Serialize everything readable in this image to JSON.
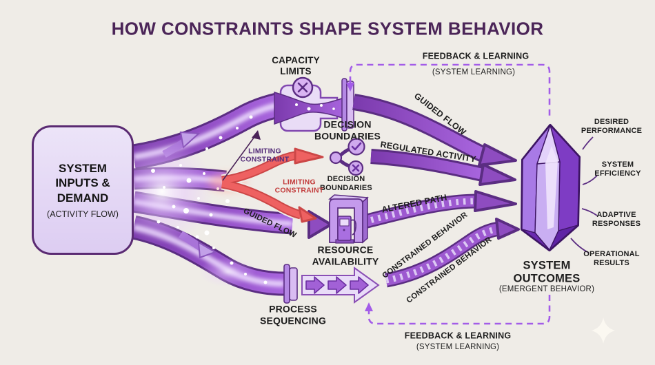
{
  "title": "HOW CONSTRAINTS SHAPE SYSTEM BEHAVIOR",
  "input_box": {
    "title": "SYSTEM\nINPUTS &\nDEMAND",
    "subtitle": "(ACTIVITY FLOW)"
  },
  "constraints": {
    "capacity_limits": "CAPACITY\nLIMITS",
    "decision_boundaries_heading": "DECISION\nBOUNDARIES",
    "decision_boundaries_caption": "DECISION\nBOUNDARIES",
    "resource_availability": "RESOURCE\nAVAILABILITY",
    "process_sequencing": "PROCESS\nSEQUENCING",
    "limiting_constraint_primary": "LIMITING\nCONSTRAINT",
    "limiting_constraint_secondary": "LIMITING\nCONSTRAINT"
  },
  "flows": {
    "guided_flow_source": "GUIDED FLOW",
    "guided_flow_top": "GUIDED FLOW",
    "regulated_activity": "REGULATED ACTIVITY",
    "altered_path": "ALTERED PATH",
    "constrained_behavior_upper": "CONSTRAINED BEHAVIOR",
    "constrained_behavior_lower": "CONSTRAINED BEHAVIOR"
  },
  "feedback": {
    "top": {
      "title": "FEEDBACK & LEARNING",
      "subtitle": "(SYSTEM LEARNING)"
    },
    "bottom": {
      "title": "FEEDBACK & LEARNING",
      "subtitle": "(SYSTEM LEARNING)"
    }
  },
  "outcomes": {
    "title": "SYSTEM\nOUTCOMES",
    "subtitle": "(EMERGENT BEHAVIOR)",
    "labels": [
      "DESIRED\nPERFORMANCE",
      "SYSTEM\nEFFICIENCY",
      "ADAPTIVE\nRESPONSES",
      "OPERATIONAL\nRESULTS"
    ]
  },
  "colors": {
    "background": "#efece7",
    "title_text": "#4b2558",
    "stream_purple": "#9a55cc",
    "stream_outline": "#5b2d82",
    "constraint_red": "#ee6161",
    "feedback_dash": "#a35ce8",
    "crystal_purple": "#8a4fd8",
    "box_fill": "#e6dbf6"
  }
}
